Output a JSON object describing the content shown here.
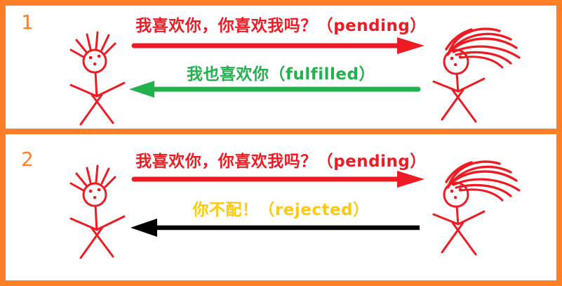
{
  "colors": {
    "frame_orange": "#FF7F27",
    "red": "#ED1C24",
    "green": "#22B14C",
    "yellow": "#FFC90E",
    "black": "#000000",
    "panel_bg": "#FFFFFF"
  },
  "figures": {
    "left": "boy stick figure with spiky hair",
    "right": "girl stick figure with long wind-blown hair"
  },
  "panels": [
    {
      "number": "1",
      "request": {
        "text": "我喜欢你，你喜欢我吗？（pending）"
      },
      "response": {
        "text": "我也喜欢你（fulfilled）"
      }
    },
    {
      "number": "2",
      "request": {
        "text": "我喜欢你，你喜欢我吗？（pending）"
      },
      "response": {
        "text": "你不配！（rejected）"
      }
    }
  ]
}
